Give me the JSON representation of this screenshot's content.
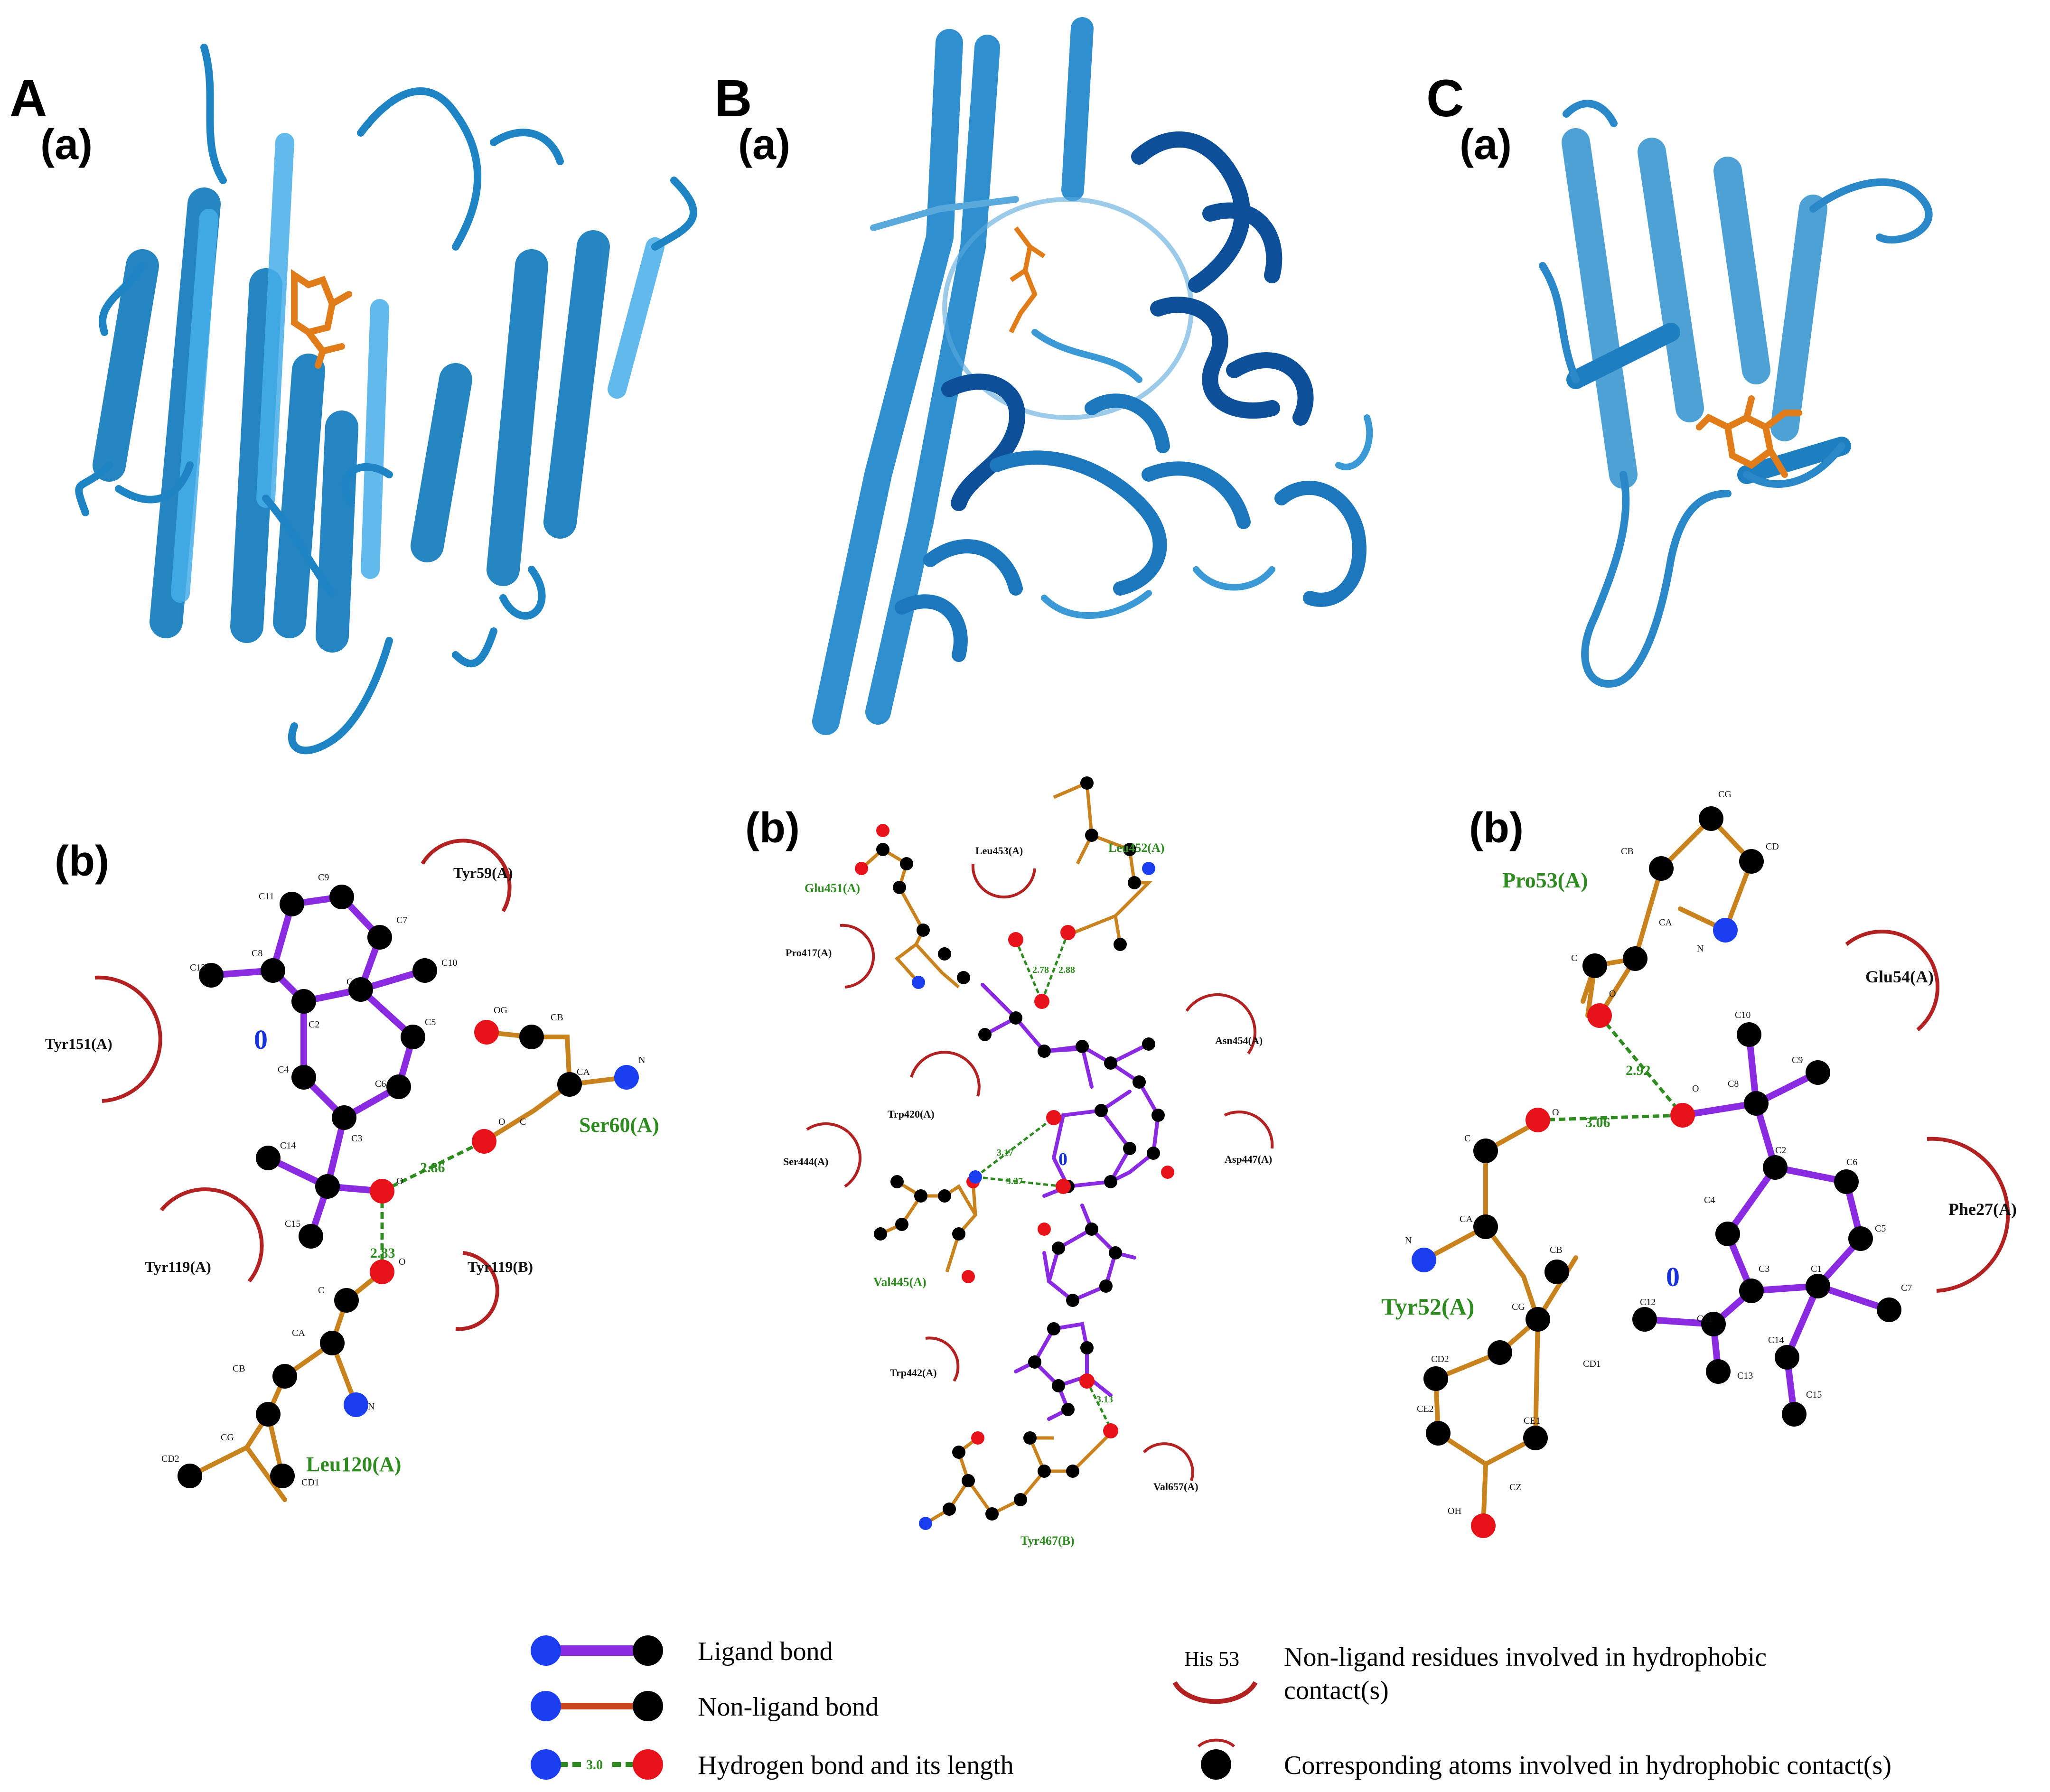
{
  "panels": [
    {
      "id": "A",
      "sub_a": "(a)",
      "sub_b": "(b)"
    },
    {
      "id": "B",
      "sub_a": "(a)",
      "sub_b": "(b)"
    },
    {
      "id": "C",
      "sub_a": "(a)",
      "sub_b": "(b)"
    }
  ],
  "colors": {
    "ligand_bond": "#8a2be2",
    "nonligand_bond": "#c8821e",
    "hbond": "#2e8b1f",
    "hydrophobic": "#b22222",
    "oxygen": "#e8121b",
    "nitrogen": "#1a3ef0",
    "carbon": "#000000",
    "protein_ribbon": "#2b88c8",
    "protein_ribbon_dark": "#0d4f99",
    "ligand_stick": "#e07d1a"
  },
  "diagram_A": {
    "residues": {
      "tyr59": "Tyr59(A)",
      "tyr151": "Tyr151(A)",
      "tyr119a": "Tyr119(A)",
      "tyr119b": "Tyr119(B)",
      "ser60": "Ser60(A)",
      "leu120": "Leu120(A)"
    },
    "hbonds": [
      "2.86",
      "2.83"
    ],
    "ligand_id": "0",
    "atoms": {
      "c9": "C9",
      "c11": "C11",
      "c7": "C7",
      "c10": "C10",
      "c12": "C12",
      "c8": "C8",
      "c1": "C1",
      "c2": "C2",
      "c5": "C5",
      "c4": "C4",
      "c6": "C6",
      "c3": "C3",
      "c14": "C14",
      "c15": "C15",
      "o": "O",
      "og": "OG",
      "cb": "CB",
      "ca": "CA",
      "n": "N",
      "c": "C",
      "o_ser": "O",
      "o_leu": "O",
      "c_leu": "C",
      "ca_leu": "CA",
      "cb_leu": "CB",
      "cg_leu": "CG",
      "n_leu": "N",
      "cd2": "CD2",
      "cd1": "CD1"
    }
  },
  "diagram_B": {
    "residues": {
      "glu451": "Glu451(A)",
      "leu453": "Leu453(A)",
      "leu452": "Leu452(A)",
      "pro417": "Pro417(A)",
      "asn454": "Asn454(A)",
      "trp420": "Trp420(A)",
      "asp447": "Asp447(A)",
      "ser444": "Ser444(A)",
      "val445": "Val445(A)",
      "trp442": "Trp442(A)",
      "val657": "Val657(A)",
      "tyr467": "Tyr467(B)"
    },
    "hbonds": [
      "2.78",
      "2.88",
      "3.17",
      "3.27",
      "3.13"
    ],
    "ligand_id": "0"
  },
  "diagram_C": {
    "residues": {
      "pro53": "Pro53(A)",
      "glu54": "Glu54(A)",
      "phe27": "Phe27(A)",
      "tyr52": "Tyr52(A)"
    },
    "hbonds": [
      "2.92",
      "3.06"
    ],
    "ligand_id": "0",
    "atoms": {
      "cb": "CB",
      "cg": "CG",
      "cd": "CD",
      "ca": "CA",
      "n": "N",
      "c": "C",
      "o": "O",
      "c10": "C10",
      "c9": "C9",
      "c8": "C8",
      "o1": "O",
      "c2": "C2",
      "c6": "C6",
      "c4": "C4",
      "c5": "C5",
      "c3": "C3",
      "c1": "C1",
      "c7": "C7",
      "c12": "C12",
      "c11": "C11",
      "c14": "C14",
      "c13": "C13",
      "c15": "C15",
      "o_tyr": "O",
      "c_tyr": "C",
      "ca_tyr": "CA",
      "n_tyr": "N",
      "cb_tyr": "CB",
      "cg_tyr": "CG",
      "cd2": "CD2",
      "cd1": "CD1",
      "ce2": "CE2",
      "ce1": "CE1",
      "cz": "CZ",
      "oh": "OH"
    }
  },
  "legend": {
    "ligand_bond": "Ligand bond",
    "nonligand_bond": "Non-ligand bond",
    "hbond": "Hydrogen bond and its length",
    "hbond_value": "3.0",
    "his_label": "His 53",
    "hydrophobic_res_1": "Non-ligand residues involved in hydrophobic",
    "hydrophobic_res_2": "contact(s)",
    "hydrophobic_atoms": "Corresponding atoms involved in hydrophobic contact(s)"
  }
}
